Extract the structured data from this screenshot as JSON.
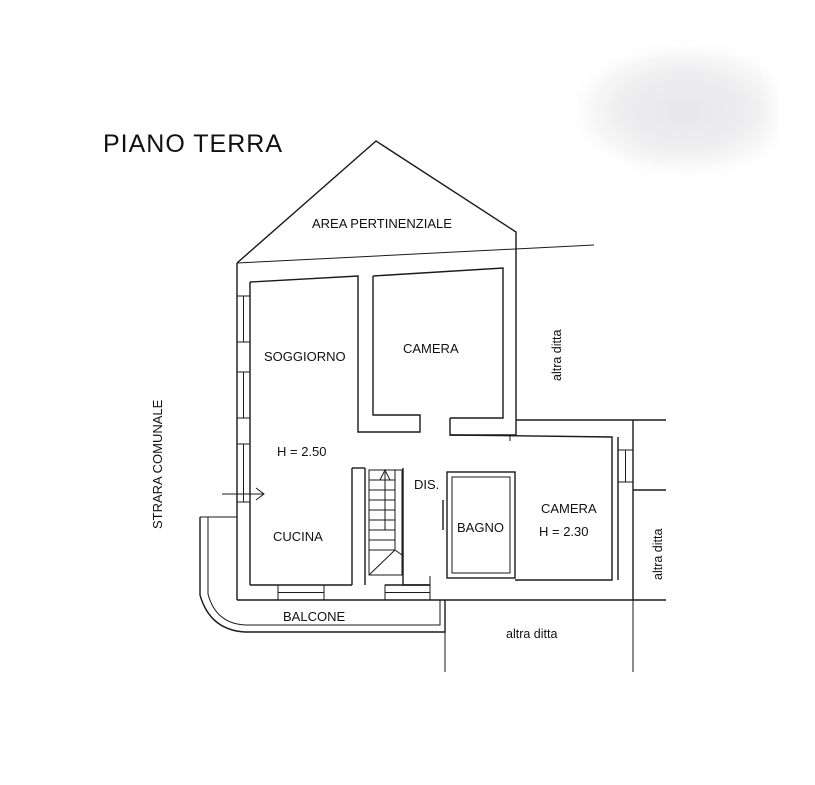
{
  "plan": {
    "title": "PIANO  TERRA",
    "rooms": {
      "area_pertinenziale": "AREA PERTINENZIALE",
      "soggiorno": "SOGGIORNO",
      "camera_top": "CAMERA",
      "height_left": "H = 2.50",
      "cucina": "CUCINA",
      "dis": "DIS.",
      "bagno": "BAGNO",
      "camera_right": "CAMERA",
      "height_right": "H = 2.30",
      "balcone": "BALCONE"
    },
    "surroundings": {
      "strada": "STRARA COMUNALE",
      "altra_ditta_top": "altra ditta",
      "altra_ditta_right": "altra ditta",
      "altra_ditta_bottom": "altra ditta"
    }
  }
}
